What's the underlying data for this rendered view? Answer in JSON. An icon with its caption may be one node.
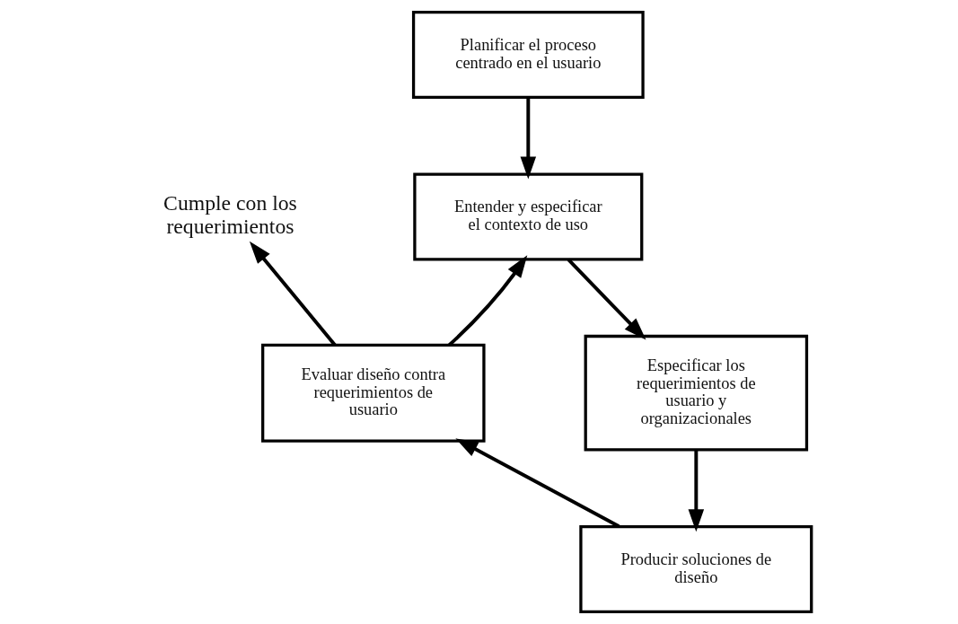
{
  "diagram": {
    "nodes": [
      {
        "text": [
          "Planificar el proceso centrado en el usuario"
        ]
      },
      {
        "text": [
          "Cumple con los requerimientos"
        ]
      },
      {
        "text": [
          "Entender y especificar el contexto de uso"
        ]
      },
      {
        "text": [
          "Evaluar diseño contra requerimientos de usuario"
        ]
      },
      {
        "text": [
          "Especificar los requerimientos de usuario y organizacionales"
        ]
      },
      {
        "text": [
          "Producir soluciones de diseño"
        ]
      }
    ],
    "edges": [
      {
        "from": 0,
        "to": 2,
        "arrow": "to"
      },
      {
        "from": 2,
        "to": 4,
        "arrow": "to"
      },
      {
        "from": 4,
        "to": 5,
        "arrow": "to"
      },
      {
        "from": 5,
        "to": 3,
        "arrow": "to"
      },
      {
        "from": 3,
        "to": 2,
        "arrow": "to"
      },
      {
        "from": 3,
        "to": 1,
        "arrow": "to"
      }
    ]
  }
}
